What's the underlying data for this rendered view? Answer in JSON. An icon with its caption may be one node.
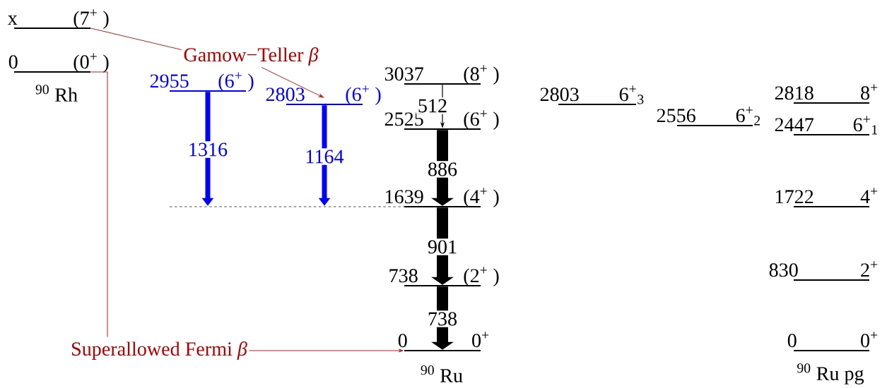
{
  "diagram": {
    "nodes": [
      {
        "text": [
          "x",
          "(7$^{+}$ )"
        ]
      },
      {
        "text": [
          "0",
          "(0$^{+}$ )"
        ]
      },
      {
        "text": [
          "2955",
          "(6$^{+}$ )"
        ]
      },
      {
        "text": [
          "2803",
          "(6$^{+}$ )"
        ]
      },
      {
        "text": [
          "3037",
          "(8$^{+}$ )"
        ]
      },
      {
        "text": [
          "2525",
          "(6$^{+}$ )"
        ]
      },
      {
        "text": [
          "1639",
          "(4$^{+}$ )"
        ]
      },
      {
        "text": [
          "738",
          "(2$^{+}$ )"
        ]
      },
      {
        "text": [
          "0",
          "0$^{+}$"
        ]
      },
      {
        "text": [
          "Gamow−Teller *β*"
        ]
      },
      {
        "text": [
          "Superallowed Fermi *β*"
        ]
      },
      {
        "text": [
          "2803",
          "6$^{+}$$_{3}$"
        ]
      },
      {
        "text": [
          "2556",
          "6$^{+}$$_{2}$"
        ]
      },
      {
        "text": [
          "2818",
          "8$^{+}$"
        ]
      },
      {
        "text": [
          "2447",
          "6$^{+}$$_{1}$"
        ]
      },
      {
        "text": [
          "1722",
          "4$^{+}$"
        ]
      },
      {
        "text": [
          "830",
          "2$^{+}$"
        ]
      },
      {
        "text": [
          "0",
          "0$^{+}$"
        ]
      }
    ],
    "edges": [
      {
        "from": 2,
        "to": 6,
        "label": "1316",
        "arrow": "to",
        "style": "thick",
        "color": "#0000ff"
      },
      {
        "from": 3,
        "to": 6,
        "label": "1164",
        "arrow": "to",
        "style": "thick",
        "color": "#0000ff"
      },
      {
        "from": 4,
        "to": 5,
        "label": "512",
        "arrow": "to"
      },
      {
        "from": 5,
        "to": 6,
        "label": "886",
        "arrow": "to",
        "style": "thick"
      },
      {
        "from": 6,
        "to": 7,
        "label": "901",
        "arrow": "to",
        "style": "thick"
      },
      {
        "from": 7,
        "to": 8,
        "label": "738",
        "arrow": "to",
        "style": "thick"
      },
      {
        "from": 0,
        "to": 9,
        "arrow": "none",
        "color": "#b22222"
      },
      {
        "from": 9,
        "to": 3,
        "arrow": "to",
        "color": "#b22222"
      },
      {
        "from": 1,
        "to": 10,
        "arrow": "none",
        "color": "#b22222"
      },
      {
        "from": 10,
        "to": 8,
        "arrow": "to",
        "color": "#b22222"
      }
    ],
    "labels": [
      "$^{90}$ Rh",
      "$^{90}$ Ru",
      "$^{90}$ Ru pg"
    ]
  }
}
